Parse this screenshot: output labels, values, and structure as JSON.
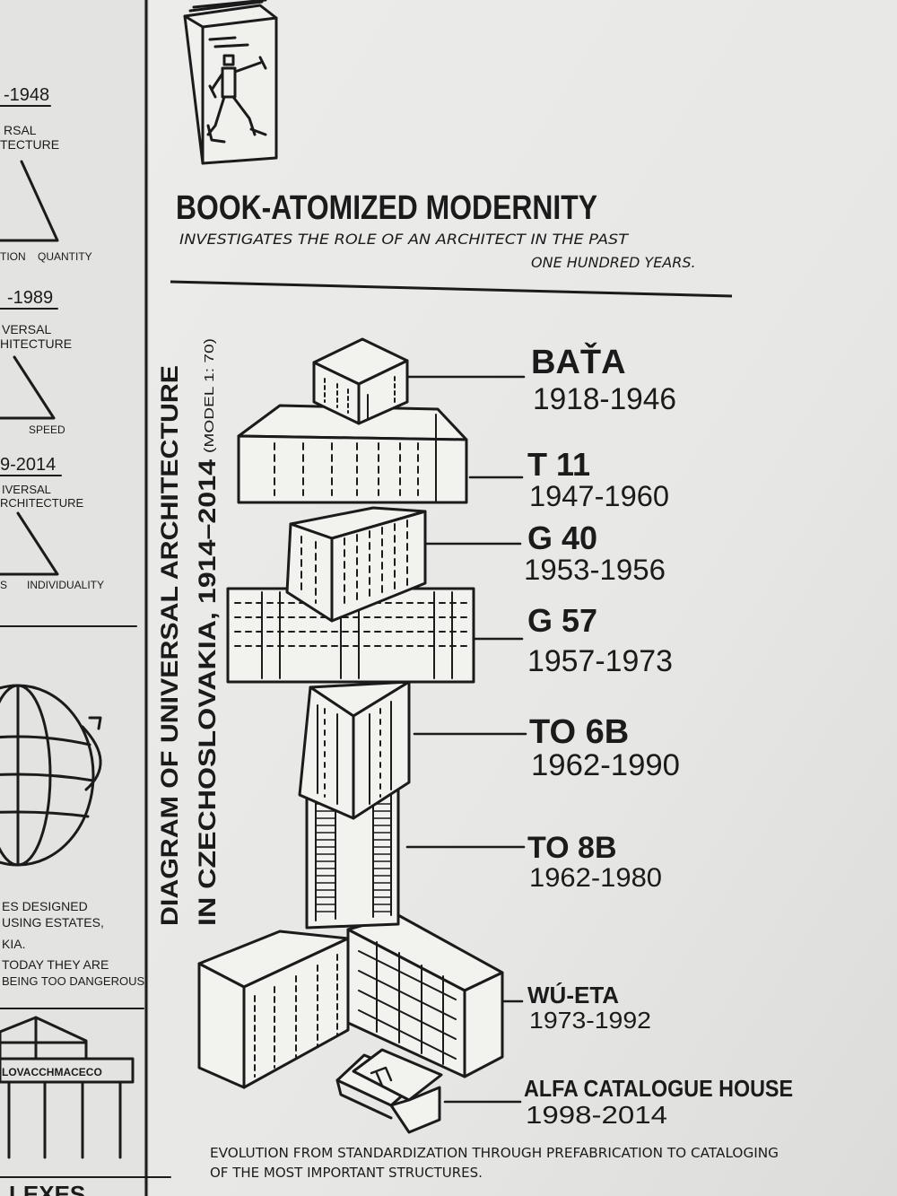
{
  "header": {
    "title": "BOOK-ATOMIZED MODERNITY",
    "subtitle_line1": "INVESTIGATES THE ROLE OF AN ARCHITECT IN THE PAST",
    "subtitle_line2": "ONE HUNDRED YEARS."
  },
  "vertical_title": {
    "line1": "DIAGRAM OF UNIVERSAL ARCHITECTURE",
    "line2": "IN CZECHOSLOVAKIA, 1914–2014",
    "model": "(MODEL 1: 70)"
  },
  "buildings": [
    {
      "name": "BAŤA",
      "years": "1918-1946"
    },
    {
      "name": "T 11",
      "years": "1947-1960"
    },
    {
      "name": "G 40",
      "years": "1953-1956"
    },
    {
      "name": "G 57",
      "years": "1957-1973"
    },
    {
      "name": "TO 6B",
      "years": "1962-1990"
    },
    {
      "name": "TO 8B",
      "years": "1962-1980"
    },
    {
      "name": "WÚ-ETA",
      "years": "1973-1992"
    },
    {
      "name": "ALFA CATALOGUE HOUSE",
      "years": "1998-2014"
    }
  ],
  "footer": {
    "line1": "EVOLUTION FROM STANDARDIZATION THROUGH PREFABRICATION TO CATALOGING",
    "line2": "OF THE MOST IMPORTANT STRUCTURES."
  },
  "left_panel": {
    "era1": {
      "years": "-1948",
      "l1": "RSAL",
      "l2": "TECTURE",
      "c1": "TION",
      "c2": "QUANTITY"
    },
    "era2": {
      "years": "-1989",
      "l1": "VERSAL",
      "l2": "HITECTURE",
      "c2": "SPEED"
    },
    "era3": {
      "years": "9-2014",
      "l1": "IVERSAL",
      "l2": "RCHITECTURE",
      "c1": "S",
      "c2": "INDIVIDUALITY"
    },
    "text1": "ES DESIGNED",
    "text2": "USING ESTATES,",
    "text3": "KIA.",
    "text4": "TODAY THEY ARE",
    "text5": "BEING TOO DANGEROUS.",
    "sign": "LOVACCHMACECO",
    "bottom": "LEXES"
  }
}
